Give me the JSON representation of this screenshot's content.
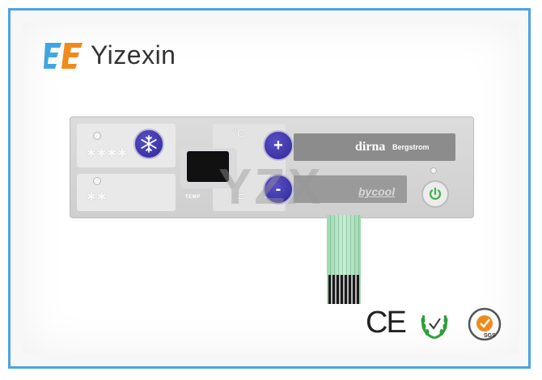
{
  "brand": {
    "name": "Yizexin",
    "logo_colors": [
      "#3fa6e0",
      "#f08a1c"
    ]
  },
  "panel": {
    "freezer_stars": "✱✱✱✱",
    "fridge_stars": "✱✱",
    "temp_label": "TEMP",
    "unit_celsius": "°C",
    "unit_fahrenheit": "°F",
    "plus_label": "+",
    "minus_label": "-",
    "dirna_text": "dirna",
    "bergstrom_text": "Bergstrom",
    "bycool_text": "bycool",
    "snowflake_icon": "snowflake-icon",
    "power_icon": "power-icon"
  },
  "watermark": "YZX",
  "certs": {
    "ce": "CE",
    "sgs": "SGS"
  }
}
